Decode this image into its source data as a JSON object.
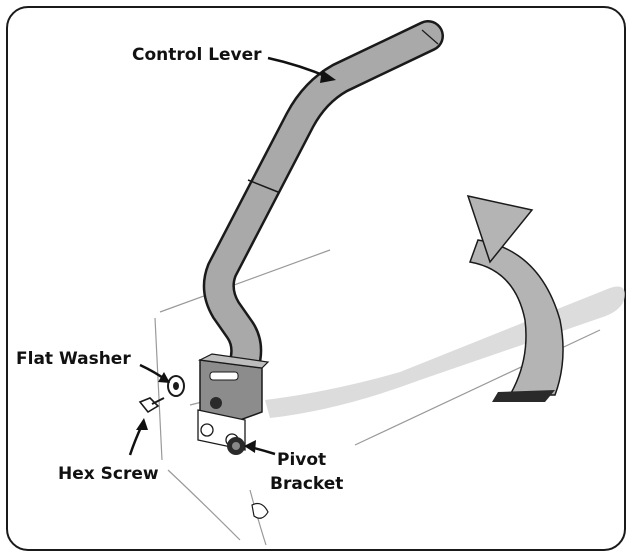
{
  "labels": {
    "control_lever": "Control Lever",
    "flat_washer": "Flat Washer",
    "hex_screw": "Hex Screw",
    "pivot_line1": "Pivot",
    "pivot_line2": "Bracket"
  },
  "colors": {
    "lever_fill": "#a9a9a9",
    "shadow": "#dcdcdc",
    "arrow_fill": "#b4b4b4",
    "outline": "#1a1a1a"
  }
}
